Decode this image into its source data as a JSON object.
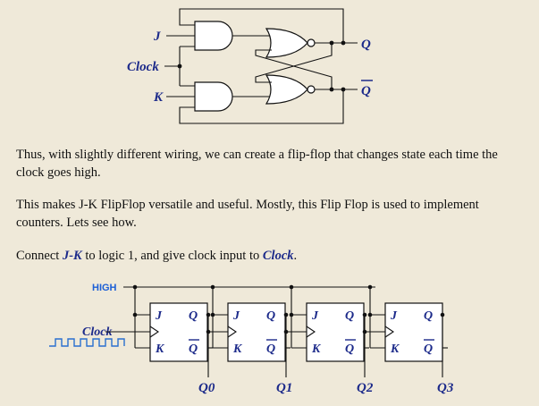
{
  "top_diagram": {
    "j_label": "J",
    "k_label": "K",
    "clock_label": "Clock",
    "q_label": "Q",
    "qbar_label": "Q"
  },
  "paragraphs": {
    "p1": "Thus, with slightly different wiring, we can create a flip-flop that changes state each time the clock goes high.",
    "p2": "This makes J-K FlipFlop versatile and useful. Mostly, this Flip Flop is used to implement counters. Lets see how.",
    "p3_before": "Connect ",
    "p3_jk": "J-K",
    "p3_mid": " to logic 1, and give clock input to ",
    "p3_clock": "Clock",
    "p3_end": "."
  },
  "counter_diagram": {
    "high_label": "HIGH",
    "clock_label": "Clock",
    "ff_j": "J",
    "ff_k": "K",
    "ff_q": "Q",
    "ff_qbar": "Q",
    "outputs": [
      "Q0",
      "Q1",
      "Q2",
      "Q3"
    ]
  },
  "colors": {
    "background": "#efe9d9",
    "label_blue": "#1c2a8a",
    "high_blue": "#1c5fd6",
    "square_wave": "#2a6fd0"
  }
}
